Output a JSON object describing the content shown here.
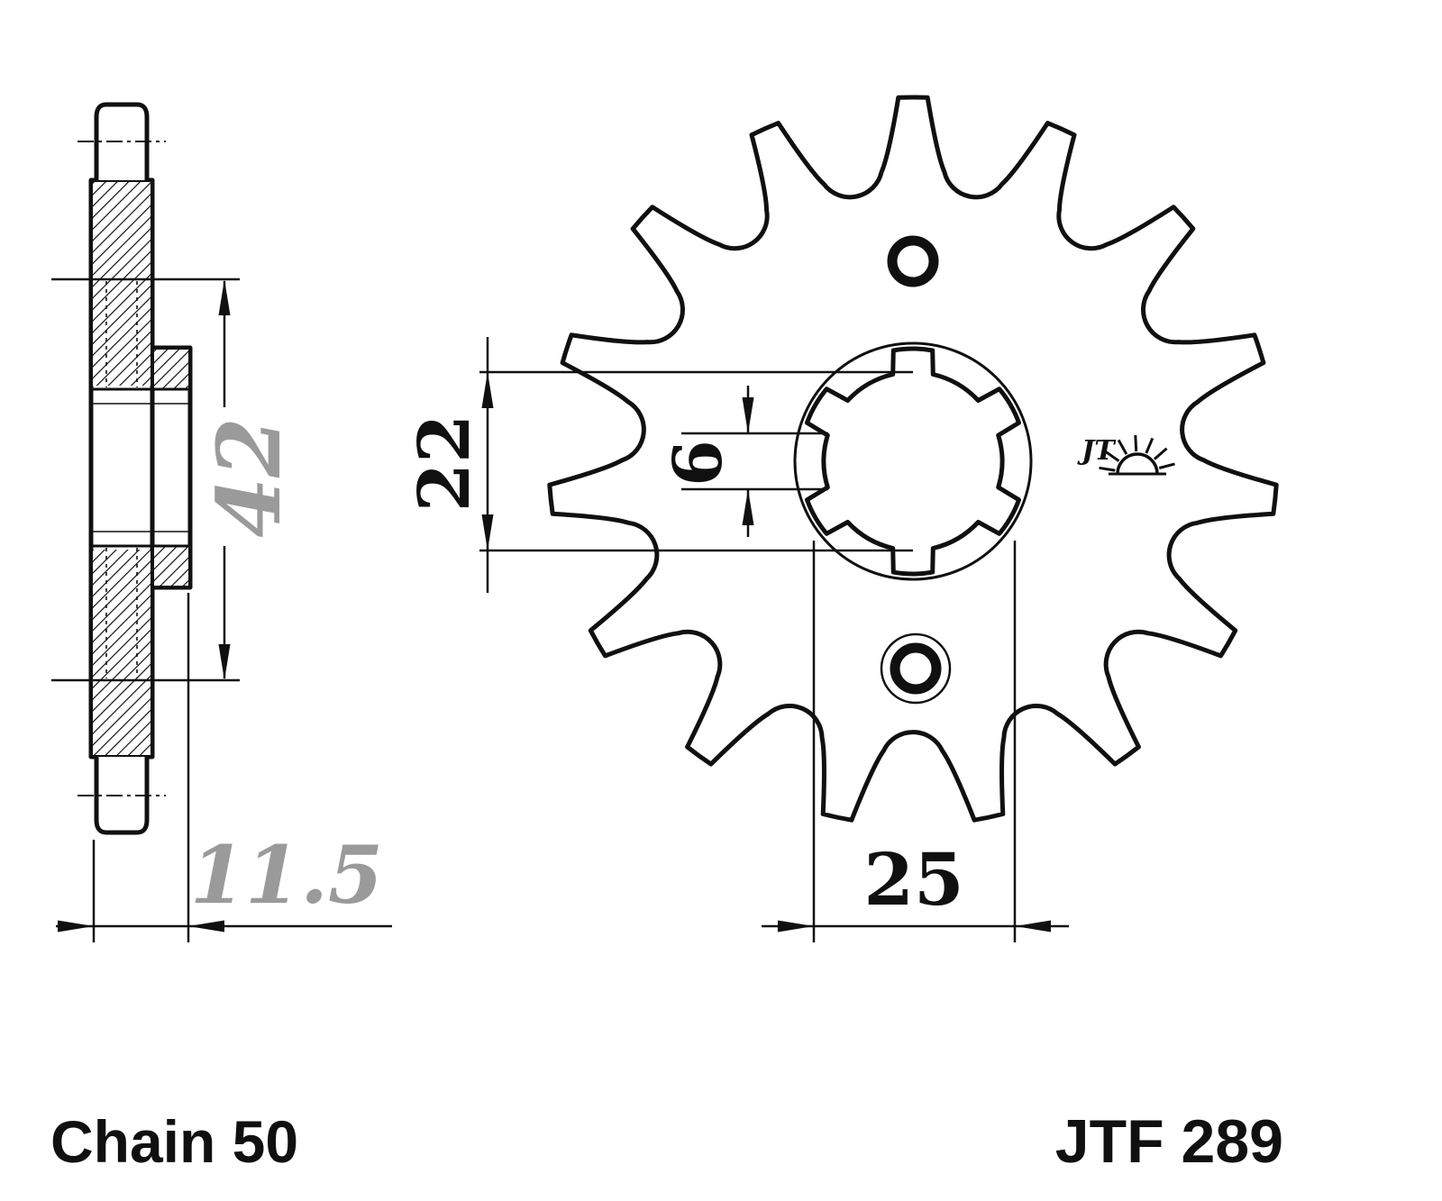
{
  "drawing": {
    "title": "JTF 289",
    "chain_label": "Chain 50",
    "logo_text": "JT",
    "dimensions": {
      "pitch_diameter": "42",
      "overall_width": "11.5",
      "bore_diameter": "22",
      "spline_width": "6",
      "hub_diameter": "25"
    },
    "colors": {
      "line": "#101010",
      "dim_text_gray": "#9a9a9a"
    }
  }
}
